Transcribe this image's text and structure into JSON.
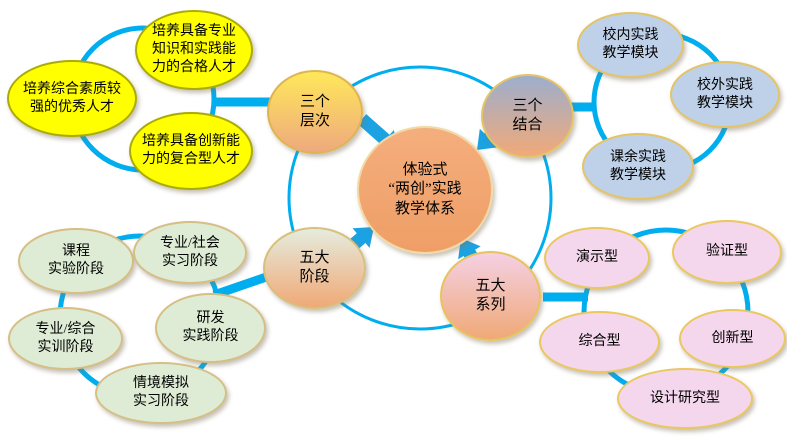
{
  "palette": {
    "connector_cyan": "#00AEEF",
    "arrow_blue": "#1CA2E2",
    "center_orange": "#F1A571",
    "levels_yellow": "#FFFF00",
    "modules_blue": "#BED1E9",
    "stages_green": "#DEECD5",
    "series_pink": "#F4D7EC",
    "gold_border": "#E3C467"
  },
  "center": {
    "label": "体验式\n“两创”实践\n教学体系"
  },
  "branches": {
    "levels": {
      "label": "三个\n层次",
      "items": [
        {
          "label": "培养综合素质较\n强的优秀人才"
        },
        {
          "label": "培养具备专业\n知识和实践能\n力的合格人才"
        },
        {
          "label": "培养具备创新能\n力的复合型人才"
        }
      ]
    },
    "combinations": {
      "label": "三个\n结合",
      "items": [
        {
          "label": "校内实践\n教学模块"
        },
        {
          "label": "校外实践\n教学模块"
        },
        {
          "label": "课余实践\n教学模块"
        }
      ]
    },
    "stages": {
      "label": "五大\n阶段",
      "items": [
        {
          "label": "课程\n实验阶段"
        },
        {
          "label": "专业/社会\n实习阶段"
        },
        {
          "label": "专业/综合\n实训阶段"
        },
        {
          "label": "研发\n实践阶段"
        },
        {
          "label": "情境模拟\n实习阶段"
        }
      ]
    },
    "series": {
      "label": "五大\n系列",
      "items": [
        {
          "label": "演示型"
        },
        {
          "label": "验证型"
        },
        {
          "label": "综合型"
        },
        {
          "label": "创新型"
        },
        {
          "label": "设计研究型"
        }
      ]
    }
  }
}
